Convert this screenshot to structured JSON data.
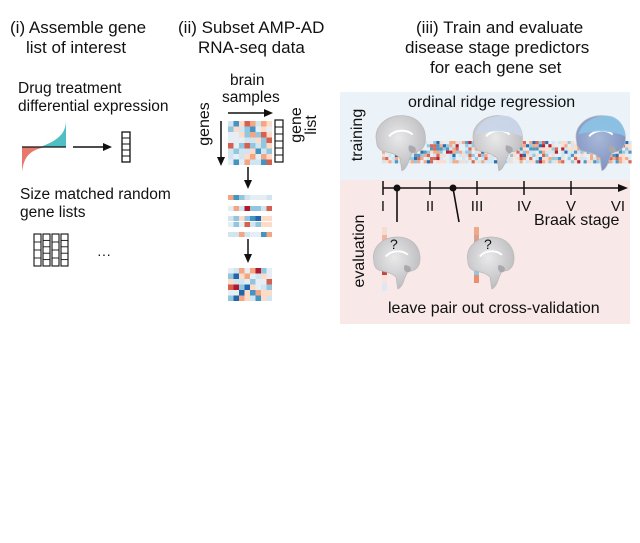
{
  "panel_i": {
    "title_line1": "(i) Assemble gene",
    "title_line2": "list of interest",
    "drug_label_line1": "Drug treatment",
    "drug_label_line2": "differential expression",
    "random_label_line1": "Size matched random",
    "random_label_line2": "gene lists",
    "ellipsis": "···",
    "colors": {
      "up": "#4fbfc4",
      "down": "#e8786c"
    }
  },
  "panel_ii": {
    "title_line1": "(ii) Subset AMP-AD",
    "title_line2": "RNA-seq data",
    "samples_label_line1": "brain",
    "samples_label_line2": "samples",
    "genes_label": "genes",
    "gene_list_label_line1": "gene",
    "gene_list_label_line2": "list",
    "heatmap_palette": [
      "#b2182b",
      "#d6604d",
      "#f4a582",
      "#fddbc7",
      "#e6eef5",
      "#d1e5f0",
      "#92c5de",
      "#4393c3",
      "#2166ac"
    ]
  },
  "panel_iii": {
    "title_line1": "(iii) Train and evaluate",
    "title_line2": "disease stage predictors",
    "title_line3": "for each gene set",
    "training_label": "training",
    "evaluation_label": "evaluation",
    "method_label": "ordinal ridge regression",
    "validation_label": "leave pair out cross-validation",
    "axis_label": "Braak stage",
    "stages": [
      "I",
      "II",
      "III",
      "IV",
      "V",
      "VI"
    ],
    "unknown_mark": "?",
    "colors": {
      "training_bg": "#ebf3f9",
      "evaluation_bg": "#f8e8e7"
    }
  }
}
